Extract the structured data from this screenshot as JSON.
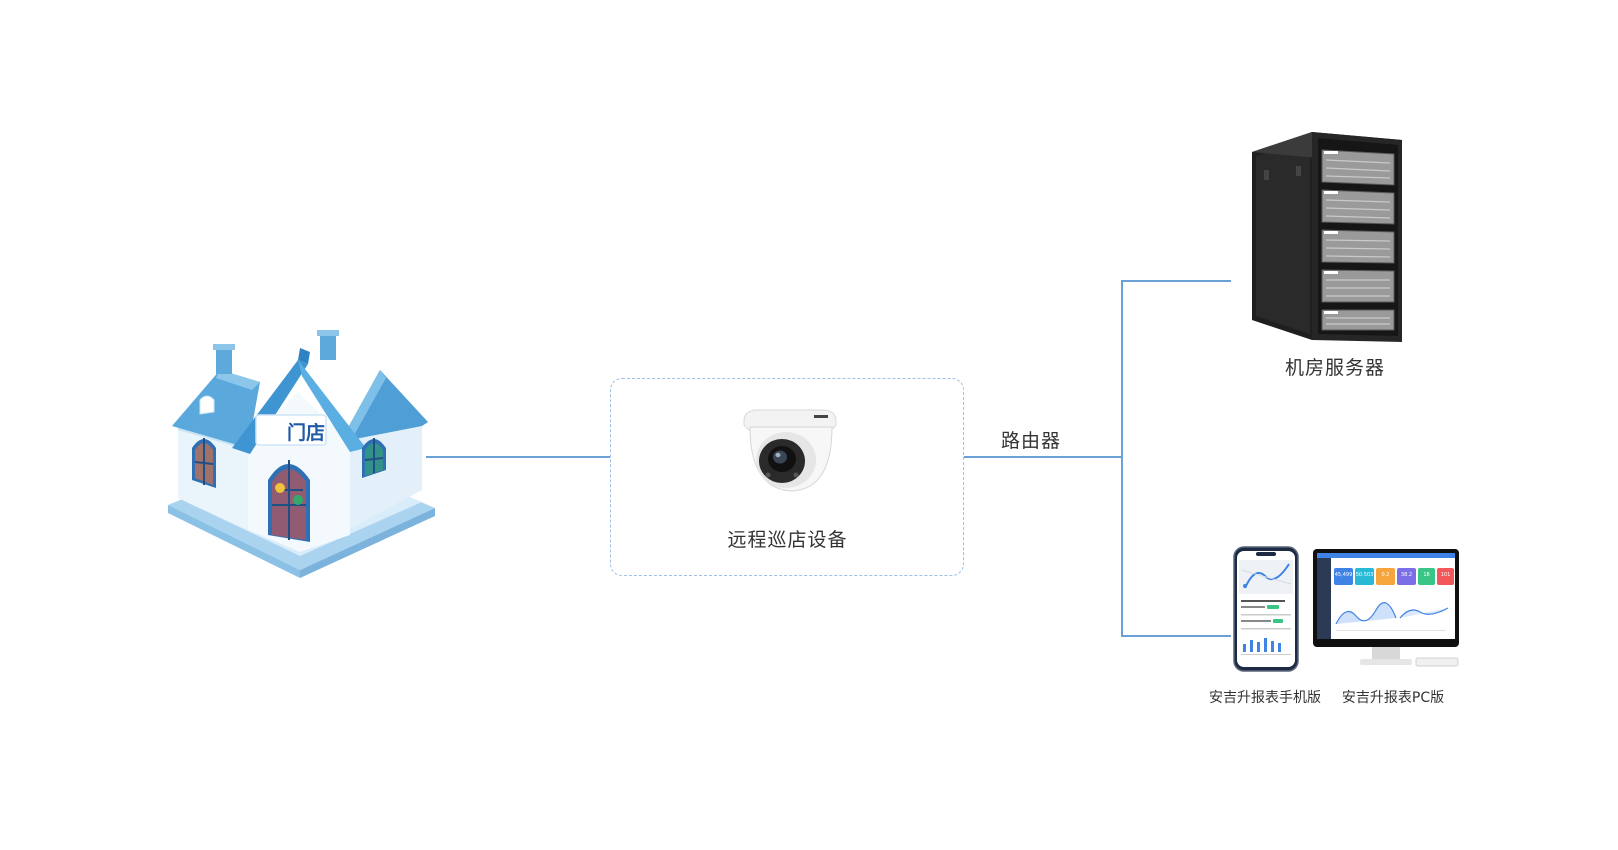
{
  "store": {
    "sign_text": "门店"
  },
  "device": {
    "label": "远程巡店设备"
  },
  "router": {
    "label": "路由器"
  },
  "server": {
    "label": "机房服务器"
  },
  "mobile_app": {
    "label": "安吉升报表手机版"
  },
  "pc_app": {
    "label": "安吉升报表PC版",
    "dashboard_values": [
      "45,499",
      "50,503",
      "0.2",
      "38.2",
      "18",
      "101"
    ]
  },
  "colors": {
    "line": "#6aa0d8",
    "dashed_border": "#9cc0e6",
    "house_roof": "#4a9ed8",
    "house_wall": "#eef6fc",
    "house_base": "#bfe0f5",
    "server_body": "#2b2b2b",
    "card_blue": "#3f83e6",
    "card_cyan": "#27b9d6",
    "card_orange": "#f6a43c",
    "card_purple": "#7c6ee6",
    "card_green": "#38c585",
    "card_red": "#f2575a"
  },
  "icons": [
    "store-house-icon",
    "dome-camera-icon",
    "server-rack-icon",
    "smartphone-icon",
    "desktop-monitor-icon"
  ]
}
